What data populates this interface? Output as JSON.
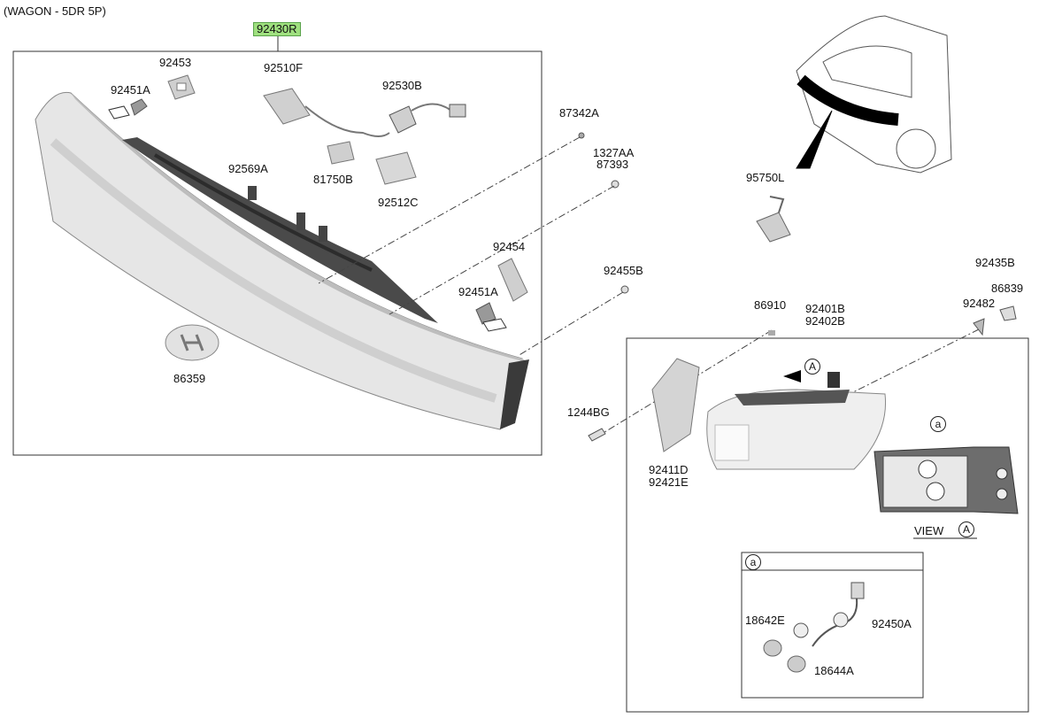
{
  "header": {
    "variant": "(WAGON - 5DR 5P)"
  },
  "assembly": {
    "part_no": "92430R"
  },
  "parts": {
    "p92453": "92453",
    "p92451A_top": "92451A",
    "p92510F": "92510F",
    "p92530B": "92530B",
    "p87342A": "87342A",
    "p1327AA": "1327AA",
    "p87393": "87393",
    "p92569A": "92569A",
    "p81750B": "81750B",
    "p92512C": "92512C",
    "p92454": "92454",
    "p92451A_bottom": "92451A",
    "p92455B": "92455B",
    "p86359": "86359",
    "p95750L": "95750L",
    "p92435B": "92435B",
    "p86839": "86839",
    "p92482": "92482",
    "p86910": "86910",
    "p92401B": "92401B",
    "p92402B": "92402B",
    "p1244BG": "1244BG",
    "p92411D": "92411D",
    "p92421E": "92421E",
    "p18642E": "18642E",
    "p92450A": "92450A",
    "p18644A": "18644A"
  },
  "view": {
    "label": "VIEW",
    "ref": "A"
  },
  "detail": {
    "ref": "a"
  },
  "callouts": {
    "arrow_ref": "A",
    "socket_ref": "a"
  },
  "colors": {
    "highlight": "#9fe07f",
    "line": "#222222",
    "part_fill": "#d9d9d9",
    "dark_part": "#444444"
  }
}
